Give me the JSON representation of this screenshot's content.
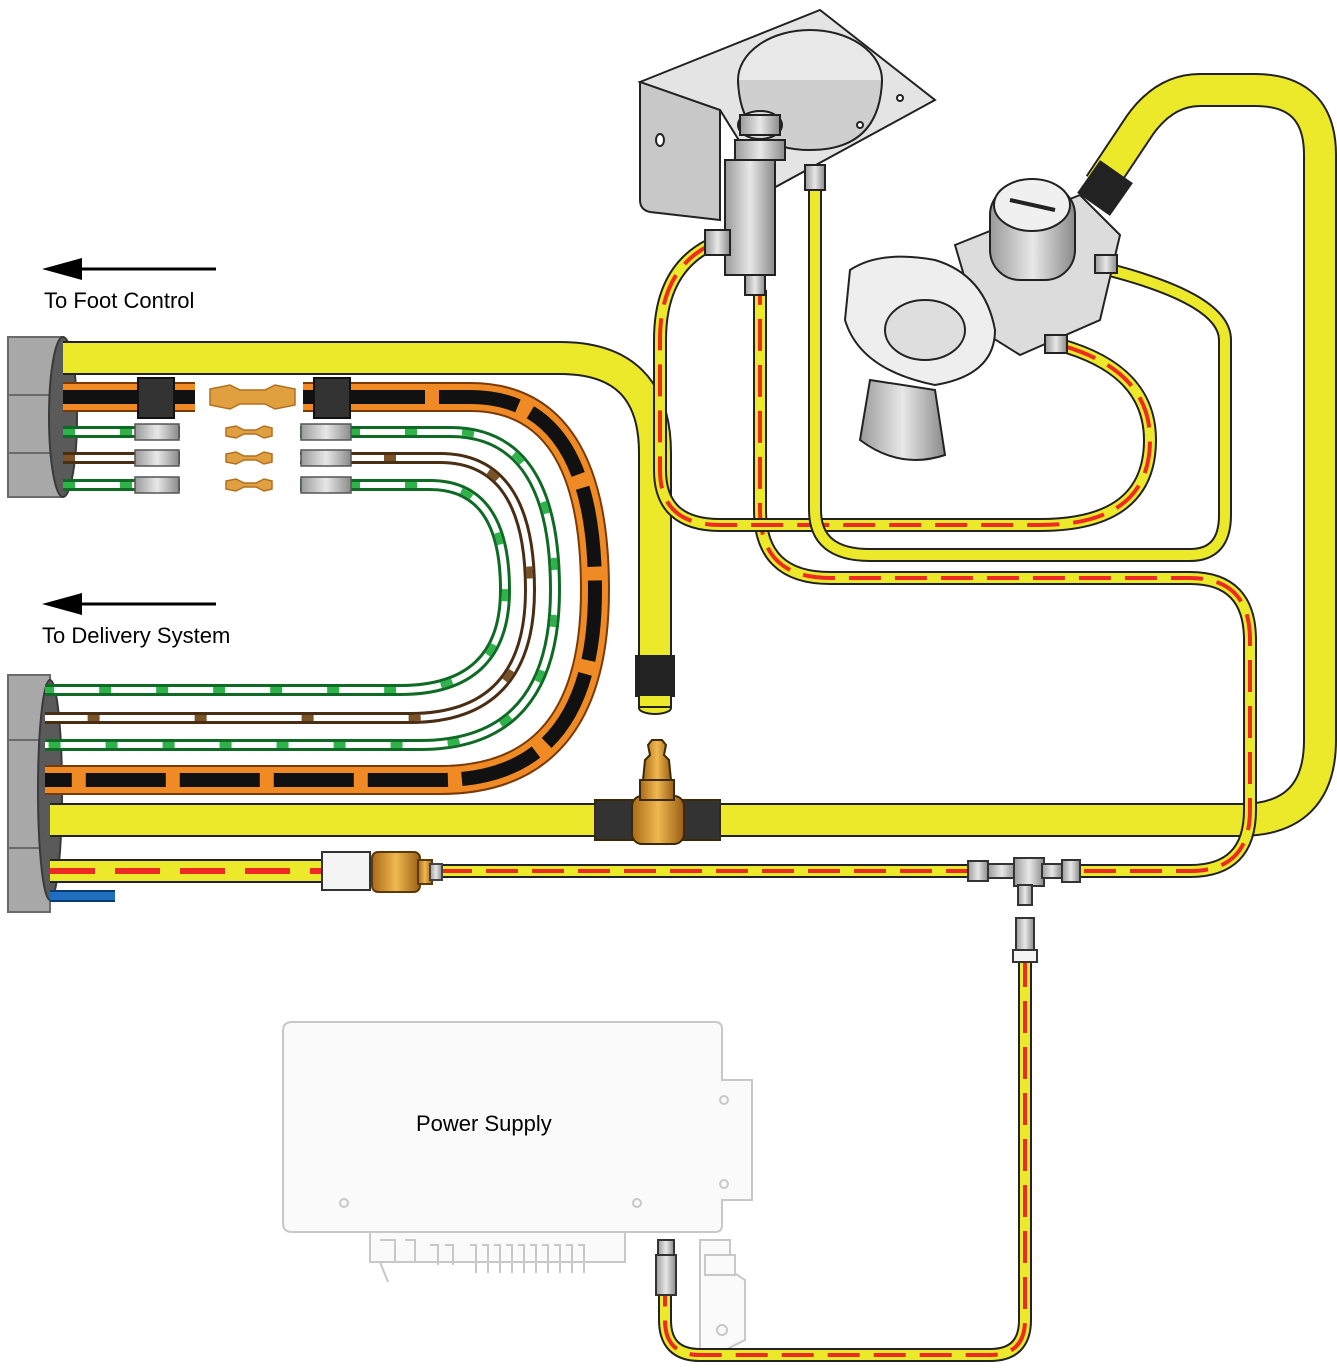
{
  "labels": {
    "foot_control": "To Foot Control",
    "delivery_system": "To Delivery System",
    "power_supply": "Power Supply"
  },
  "colors": {
    "yellow_tube": "#ece82a",
    "red_stripe": "#ee2a24",
    "orange_tube": "#f08a24",
    "green_tube": "#1e9a3c",
    "brown_tube": "#6b4a2a",
    "blue_tube": "#1f6fc0",
    "gray_conduit": "#a0a0a0",
    "brass": "#d8a035"
  }
}
